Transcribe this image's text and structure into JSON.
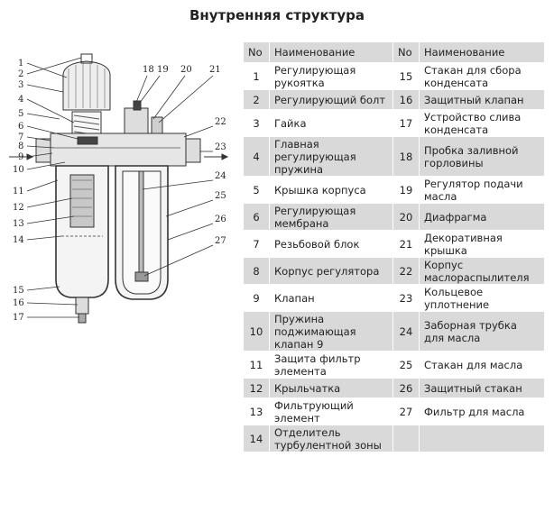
{
  "title": "Внутренняя структура",
  "table": {
    "headers": [
      "No",
      "Наименование",
      "No",
      "Наименование"
    ],
    "rows": [
      {
        "n1": "1",
        "t1": "Регулирующая рукоятка",
        "n2": "15",
        "t2": "Стакан для сбора конденсата"
      },
      {
        "n1": "2",
        "t1": "Регулирующий болт",
        "n2": "16",
        "t2": "Защитный клапан"
      },
      {
        "n1": "3",
        "t1": "Гайка",
        "n2": "17",
        "t2": "Устройство слива конденсата"
      },
      {
        "n1": "4",
        "t1": "Главная регулирующая пружина",
        "n2": "18",
        "t2": "Пробка заливной горловины"
      },
      {
        "n1": "5",
        "t1": "Крышка корпуса",
        "n2": "19",
        "t2": "Регулятор подачи масла"
      },
      {
        "n1": "6",
        "t1": "Регулирующая мембрана",
        "n2": "20",
        "t2": "Диафрагма"
      },
      {
        "n1": "7",
        "t1": "Резьбовой блок",
        "n2": "21",
        "t2": "Декоративная крышка"
      },
      {
        "n1": "8",
        "t1": "Корпус регулятора",
        "n2": "22",
        "t2": "Корпус маслораспылителя"
      },
      {
        "n1": "9",
        "t1": "Клапан",
        "n2": "23",
        "t2": "Кольцевое уплотнение"
      },
      {
        "n1": "10",
        "t1": "Пружина поджимающая клапан 9",
        "n2": "24",
        "t2": "Заборная трубка для масла"
      },
      {
        "n1": "11",
        "t1": "Защита фильтр элемента",
        "n2": "25",
        "t2": "Стакан для масла"
      },
      {
        "n1": "12",
        "t1": "Крыльчатка",
        "n2": "26",
        "t2": "Защитный стакан"
      },
      {
        "n1": "13",
        "t1": "Фильтрующий элемент",
        "n2": "27",
        "t2": "Фильтр для масла"
      },
      {
        "n1": "14",
        "t1": "Отделитель турбулентной зоны",
        "n2": "",
        "t2": ""
      }
    ]
  },
  "diagram_labels": {
    "left": [
      "1",
      "2",
      "3",
      "4",
      "5",
      "6",
      "7",
      "8",
      "9",
      "10",
      "11",
      "12",
      "13",
      "14",
      "15",
      "16",
      "17"
    ],
    "top": [
      "18",
      "19",
      "20",
      "21"
    ],
    "right": [
      "22",
      "23",
      "24",
      "25",
      "26",
      "27"
    ]
  }
}
